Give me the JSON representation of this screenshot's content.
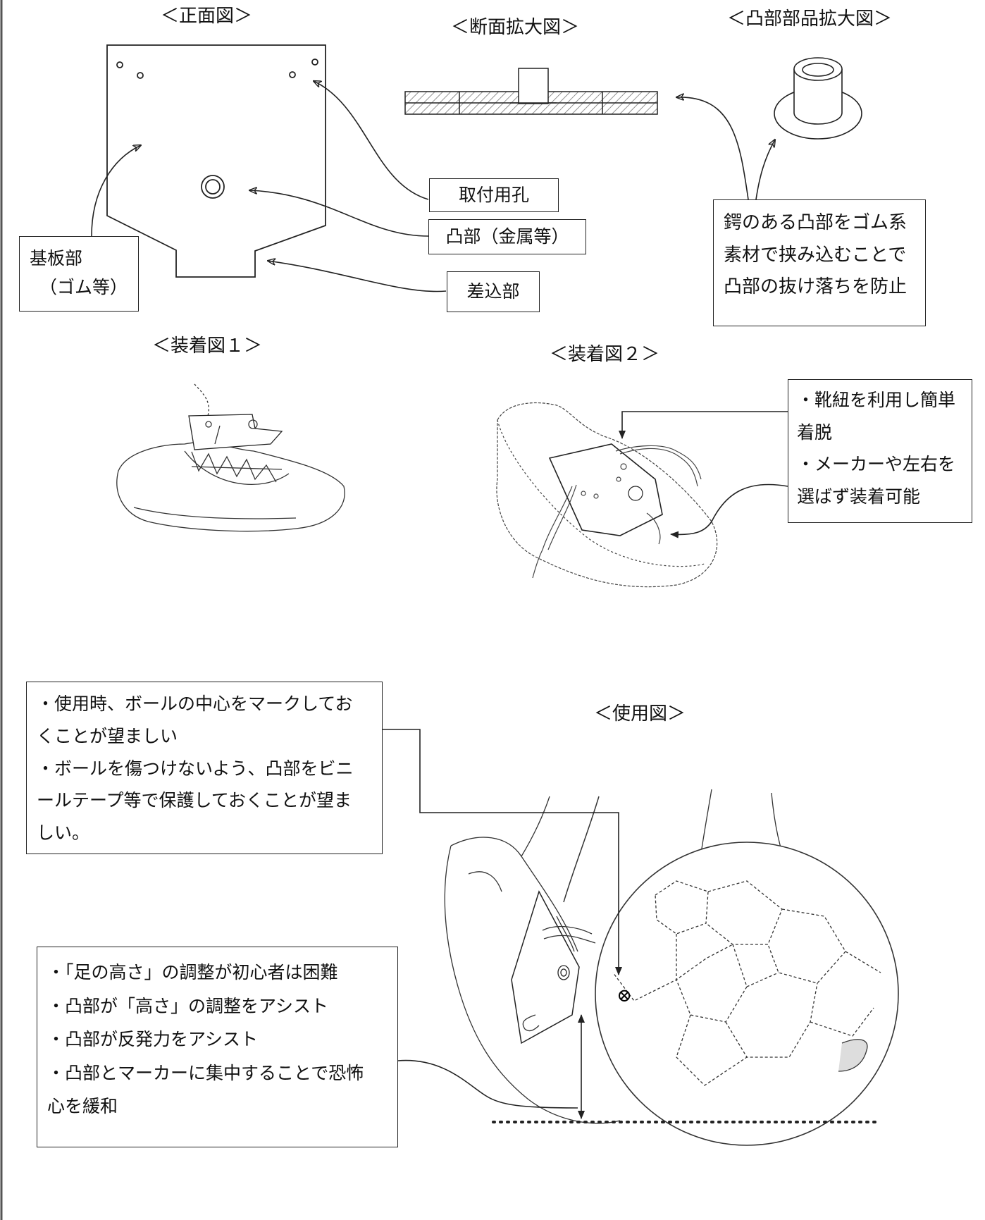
{
  "titles": {
    "front_view": "＜正面図＞",
    "section_view": "＜断面拡大図＞",
    "part_view": "＜凸部部品拡大図＞",
    "mount1": "＜装着図１＞",
    "mount2": "＜装着図２＞",
    "usage": "＜使用図＞"
  },
  "labels": {
    "hole": "取付用孔",
    "convex": "凸部（金属等）",
    "insert": "差込部",
    "base_line1": "基板部",
    "base_line2": "（ゴム等）"
  },
  "notes": {
    "flange": [
      "鍔のある凸部をゴム系",
      "素材で挟み込むことで",
      "凸部の抜け落ちを防止"
    ],
    "laces": [
      "・靴紐を利用し簡単",
      "着脱",
      "・メーカーや左右を",
      "選ばず装着可能"
    ],
    "usage_tips": [
      "・使用時、ボールの中心をマークしてお",
      "くことが望ましい",
      "・ボールを傷つけないよう、凸部をビニ",
      "ールテープ等で保護しておくことが望ま",
      "しい。"
    ],
    "benefits": [
      "・「足の高さ」の調整が初心者は困難",
      "・凸部が「高さ」の調整をアシスト",
      "・凸部が反発力をアシスト",
      "・凸部とマーカーに集中することで恐怖",
      "心を緩和"
    ]
  },
  "marker_symbol": "⊗",
  "colors": {
    "ink": "#222222",
    "paper": "#ffffff",
    "hatch": "#777777"
  }
}
